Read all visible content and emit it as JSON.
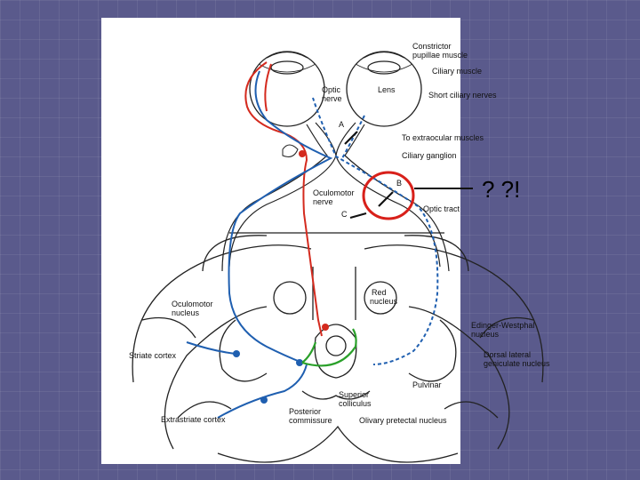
{
  "slide": {
    "annotation": "? ?!",
    "colors": {
      "red": "#d42a1e",
      "blue": "#1f5fb0",
      "green": "#2aa02a",
      "circle": "#d8201a"
    }
  },
  "diagram": {
    "labels": {
      "constrictor": "Constrictor",
      "pupillae": "pupillae muscle",
      "ciliary_muscle": "Ciliary muscle",
      "optic": "Optic",
      "nerve": "nerve",
      "lens": "Lens",
      "short_ciliary": "Short ciliary nerves",
      "a": "A",
      "extraocular": "To extraocular muscles",
      "ciliary_ganglion": "Ciliary ganglion",
      "b": "B",
      "oculomotor": "Oculomotor",
      "oculomotor_nerve": "nerve",
      "c": "C",
      "optic_tract": "Optic tract",
      "red": "Red",
      "nucleus": "nucleus",
      "oculomotor_n": "Oculomotor",
      "oculomotor_nucleus": "nucleus",
      "edinger": "Edinger-Westphal",
      "edinger_nucleus": "nucleus",
      "striate": "Striate cortex",
      "dorsal": "Dorsal lateral",
      "geniculate": "geniculate nucleus",
      "pulvinar": "Pulvinar",
      "extrastriate": "Extrastriate cortex",
      "superior": "Superior",
      "colliculus": "colliculus",
      "posterior": "Posterior",
      "commissure": "commissure",
      "olivary": "Olivary pretectal nucleus"
    }
  }
}
